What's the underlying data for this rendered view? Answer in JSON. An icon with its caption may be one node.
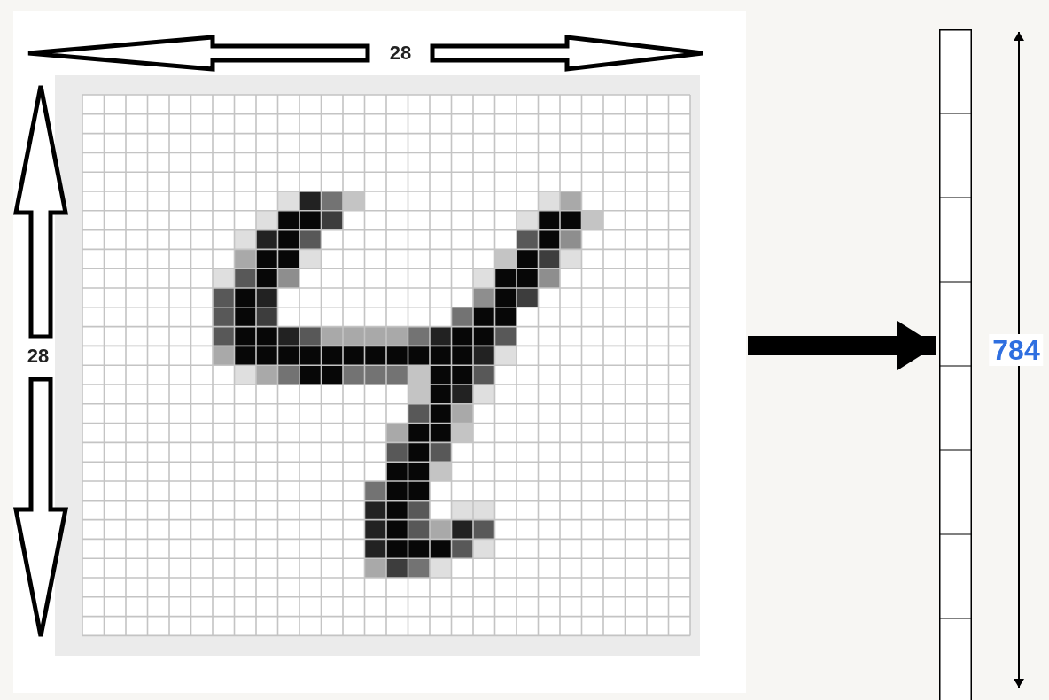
{
  "diagram": {
    "nodes": [
      {
        "text": [],
        "shape": "picture"
      },
      {
        "text": [],
        "shape": "bar"
      }
    ],
    "edges": [
      {
        "from": 0,
        "to": 1,
        "arrow": "to"
      }
    ],
    "labels": [
      "28",
      "28",
      "784"
    ]
  }
}
